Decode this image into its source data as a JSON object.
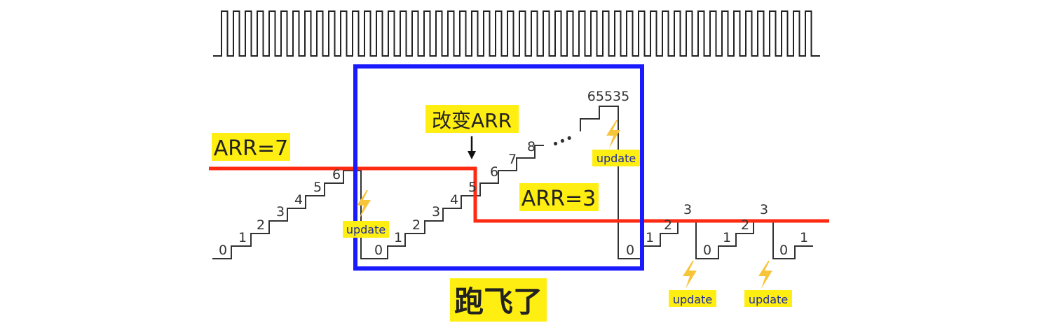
{
  "labels": {
    "arr_initial": "ARR=7",
    "arr_change": "改变ARR",
    "arr_new": "ARR=3",
    "max_count": "65535",
    "runaway": "跑飞了",
    "update": "update"
  },
  "counts": {
    "first_ramp": [
      "0",
      "1",
      "2",
      "3",
      "4",
      "5",
      "6"
    ],
    "second_ramp": [
      "0",
      "1",
      "2",
      "3",
      "4",
      "5",
      "6",
      "7",
      "8"
    ],
    "ellipsis": "•••",
    "post_cycle_1": [
      "0",
      "1",
      "2",
      "3"
    ],
    "post_cycle_2": [
      "0",
      "1",
      "2",
      "3"
    ],
    "post_cycle_3": [
      "0",
      "1"
    ]
  },
  "colors": {
    "clock": "#222222",
    "counter": "#333333",
    "arr_line": "#ff2a12",
    "highlight_box": "#1a1aff",
    "tag_background": "#ffee11",
    "update_text": "#1b2aa8",
    "lightning": "#f7c53a"
  },
  "icons": [
    "lightning-icon",
    "down-arrow-icon"
  ]
}
